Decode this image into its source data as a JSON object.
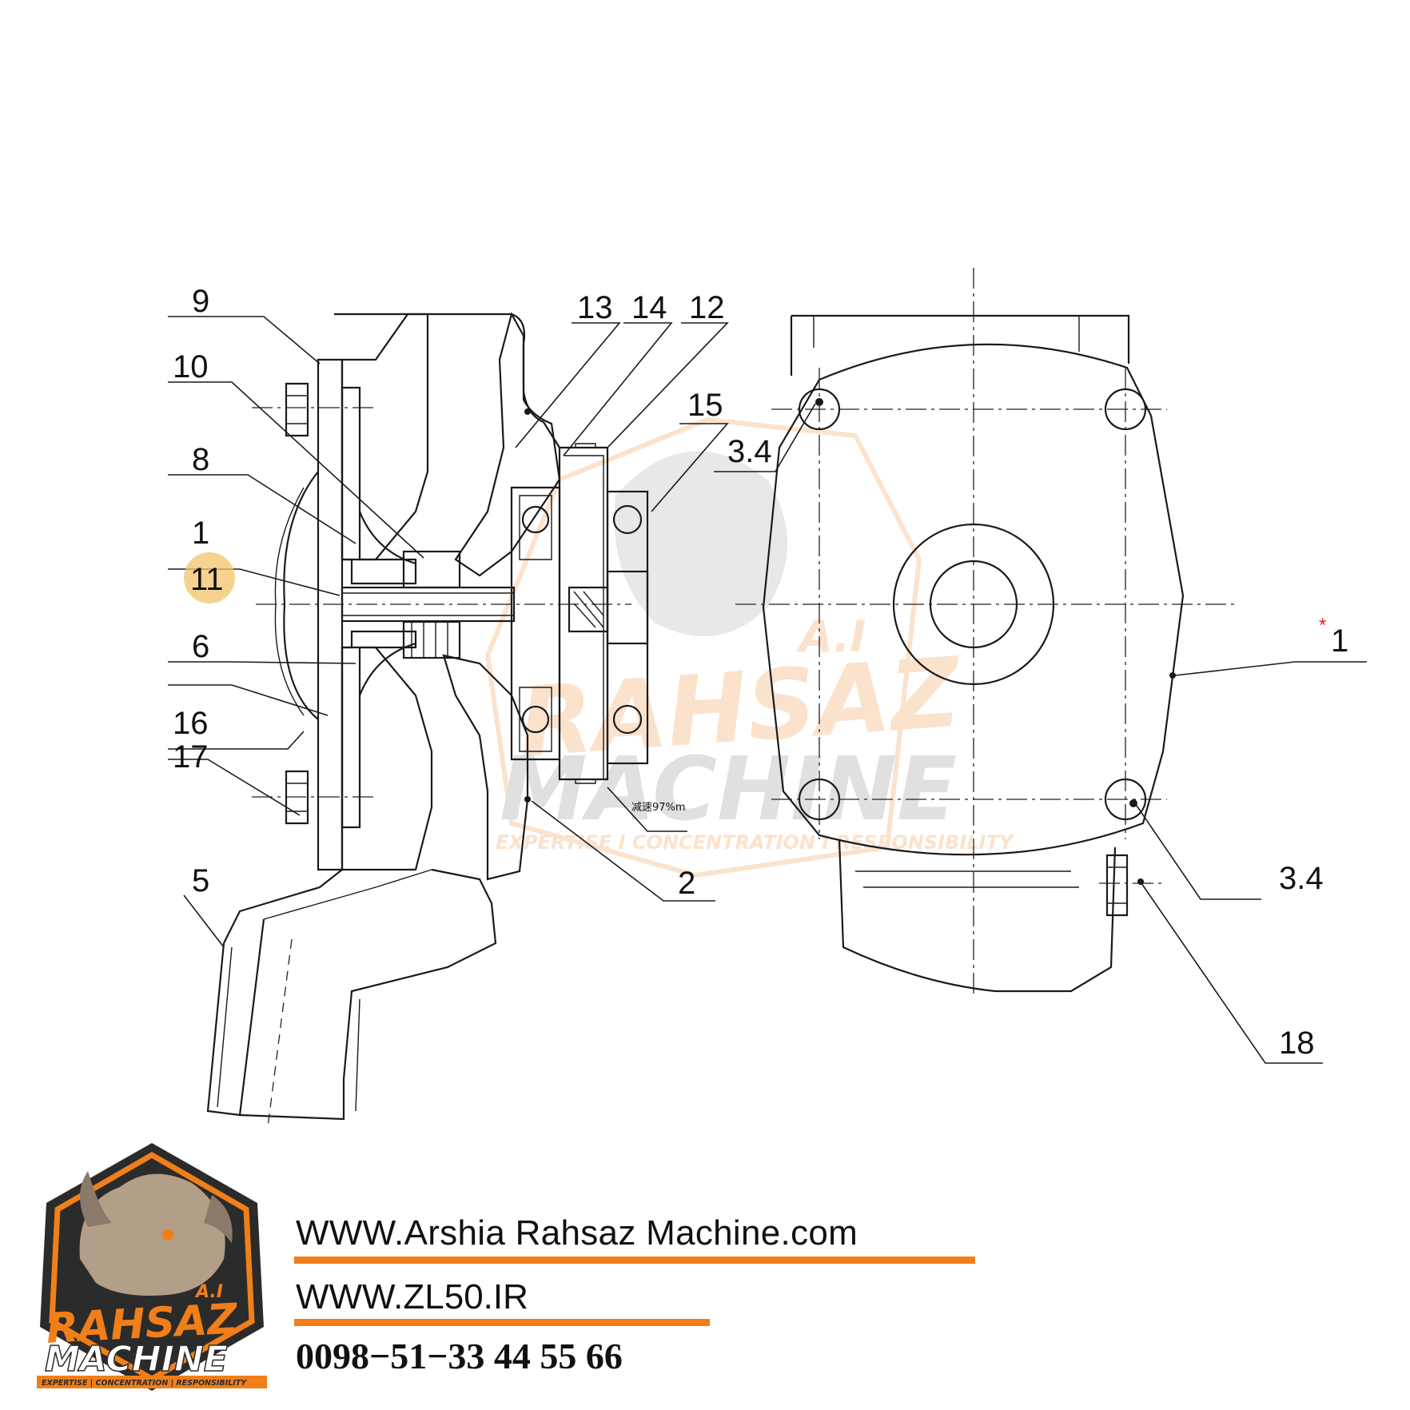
{
  "drawing": {
    "part_labels": {
      "p9": "9",
      "p10": "10",
      "p8": "8",
      "p1_left": "1",
      "p11": "11",
      "p6": "6",
      "p16": "16",
      "p17": "17",
      "p5": "5",
      "p13": "13",
      "p14": "14",
      "p12": "12",
      "p15": "15",
      "p2": "2",
      "p3_4_top": "3.4",
      "p3_4_bottom": "3.4",
      "p1_right": "1",
      "p18": "18"
    },
    "asterisk": "*",
    "tiny_note": "减速97%m",
    "highlight_color": "#f2c46a"
  },
  "watermark": {
    "line1": "A.I",
    "line2": "RAHSAZ",
    "line3": "MACHINE",
    "tagline": "EXPERTISE I CONCENTRATION I RESPONSIBILITY"
  },
  "logo": {
    "ai": "A.I",
    "rahsaz": "RAHSAZ",
    "machine": "MACHINE",
    "tagline": "EXPERTISE | CONCENTRATION | RESPONSIBILITY",
    "accent": "#f07f1a",
    "dark": "#2b2b2b"
  },
  "contact": {
    "website1": "WWW.Arshia Rahsaz Machine.com",
    "website2": "WWW.ZL50.IR",
    "phone": "0098−51−33 44 55 66"
  }
}
